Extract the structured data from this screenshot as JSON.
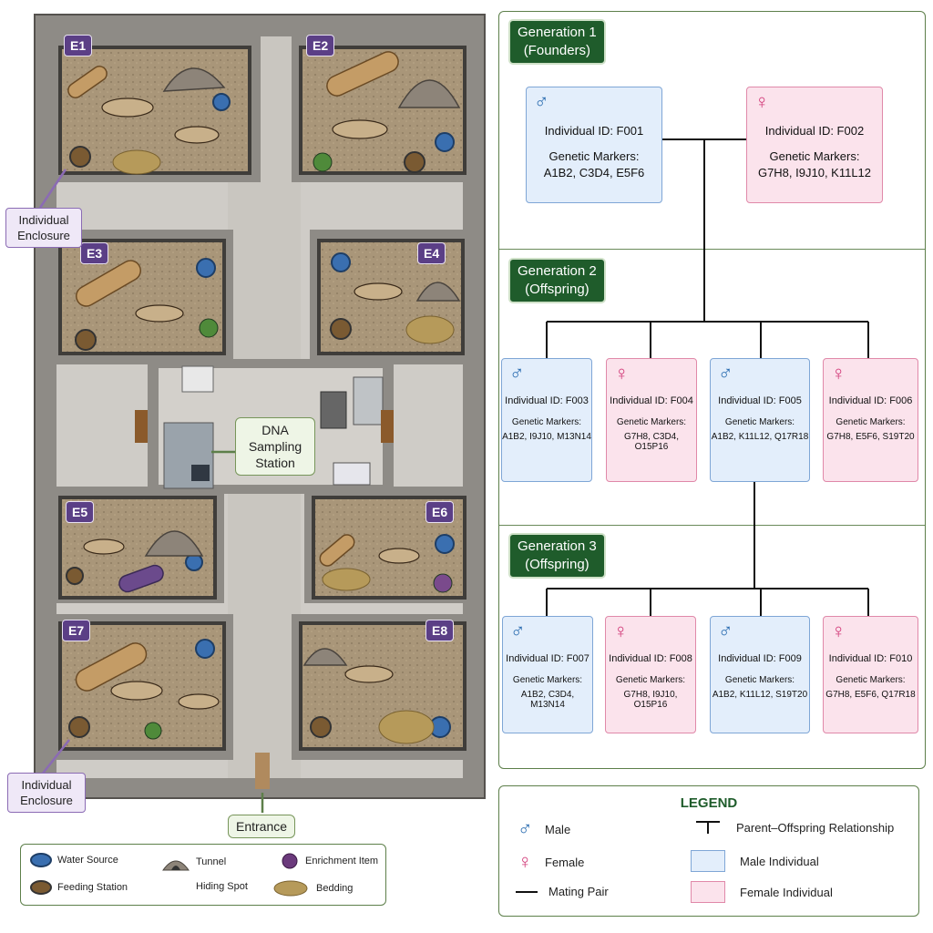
{
  "floorplan": {
    "enclosures": [
      "E1",
      "E2",
      "E3",
      "E4",
      "E5",
      "E6",
      "E7",
      "E8"
    ],
    "callout_top": [
      "Individual",
      "Enclosure"
    ],
    "callout_bottom": [
      "Individual",
      "Enclosure"
    ],
    "dna_station": [
      "DNA",
      "Sampling",
      "Station"
    ],
    "entrance": "Entrance",
    "colors": {
      "floor": "#a69478",
      "wall": "#8e8b86",
      "corridor": "#cfccc7",
      "fence": "#4a4a4a"
    }
  },
  "map_legend": {
    "water": "Water Source",
    "feeding": "Feeding Station",
    "tunnel": "Tunnel",
    "hiding": "Hiding Spot",
    "enrichment": "Enrichment Item",
    "bedding": "Bedding"
  },
  "pedigree": {
    "generations": [
      {
        "title": "Generation 1",
        "subtitle": "(Founders)"
      },
      {
        "title": "Generation 2",
        "subtitle": "(Offspring)"
      },
      {
        "title": "Generation 3",
        "subtitle": "(Offspring)"
      }
    ],
    "markers_label": "Genetic Markers:",
    "male_symbol": "♂",
    "female_symbol": "♀",
    "gen1": [
      {
        "id": "Individual ID: F001",
        "markers": "A1B2, C3D4, E5F6",
        "sex": "male"
      },
      {
        "id": "Individual ID: F002",
        "markers": "G7H8, I9J10, K11L12",
        "sex": "female"
      }
    ],
    "gen2": [
      {
        "id": "Individual ID: F003",
        "markers": "A1B2, I9J10, M13N14",
        "sex": "male"
      },
      {
        "id": "Individual ID: F004",
        "markers": "G7H8, C3D4, O15P16",
        "sex": "female"
      },
      {
        "id": "Individual ID: F005",
        "markers": "A1B2, K11L12, Q17R18",
        "sex": "male"
      },
      {
        "id": "Individual ID: F006",
        "markers": "G7H8, E5F6, S19T20",
        "sex": "female"
      }
    ],
    "gen3": [
      {
        "id": "Individual ID: F007",
        "markers": "A1B2, C3D4, M13N14",
        "sex": "male"
      },
      {
        "id": "Individual ID: F008",
        "markers": "G7H8, I9J10, O15P16",
        "sex": "female"
      },
      {
        "id": "Individual ID: F009",
        "markers": "A1B2, K11L12, S19T20",
        "sex": "male"
      },
      {
        "id": "Individual ID: F010",
        "markers": "G7H8, E5F6, Q17R18",
        "sex": "female"
      }
    ],
    "colors": {
      "male_fill": "#e3eefb",
      "female_fill": "#fbe3ec",
      "male_symbol": "#2a6cb0",
      "female_symbol": "#d23c7a",
      "gen_label": "#1f5c2b"
    }
  },
  "legend": {
    "title": "LEGEND",
    "male": "Male",
    "female": "Female",
    "mating_pair": "Mating Pair",
    "parent_offspring": "Parent–Offspring Relationship",
    "male_individual": "Male Individual",
    "female_individual": "Female Individual"
  }
}
